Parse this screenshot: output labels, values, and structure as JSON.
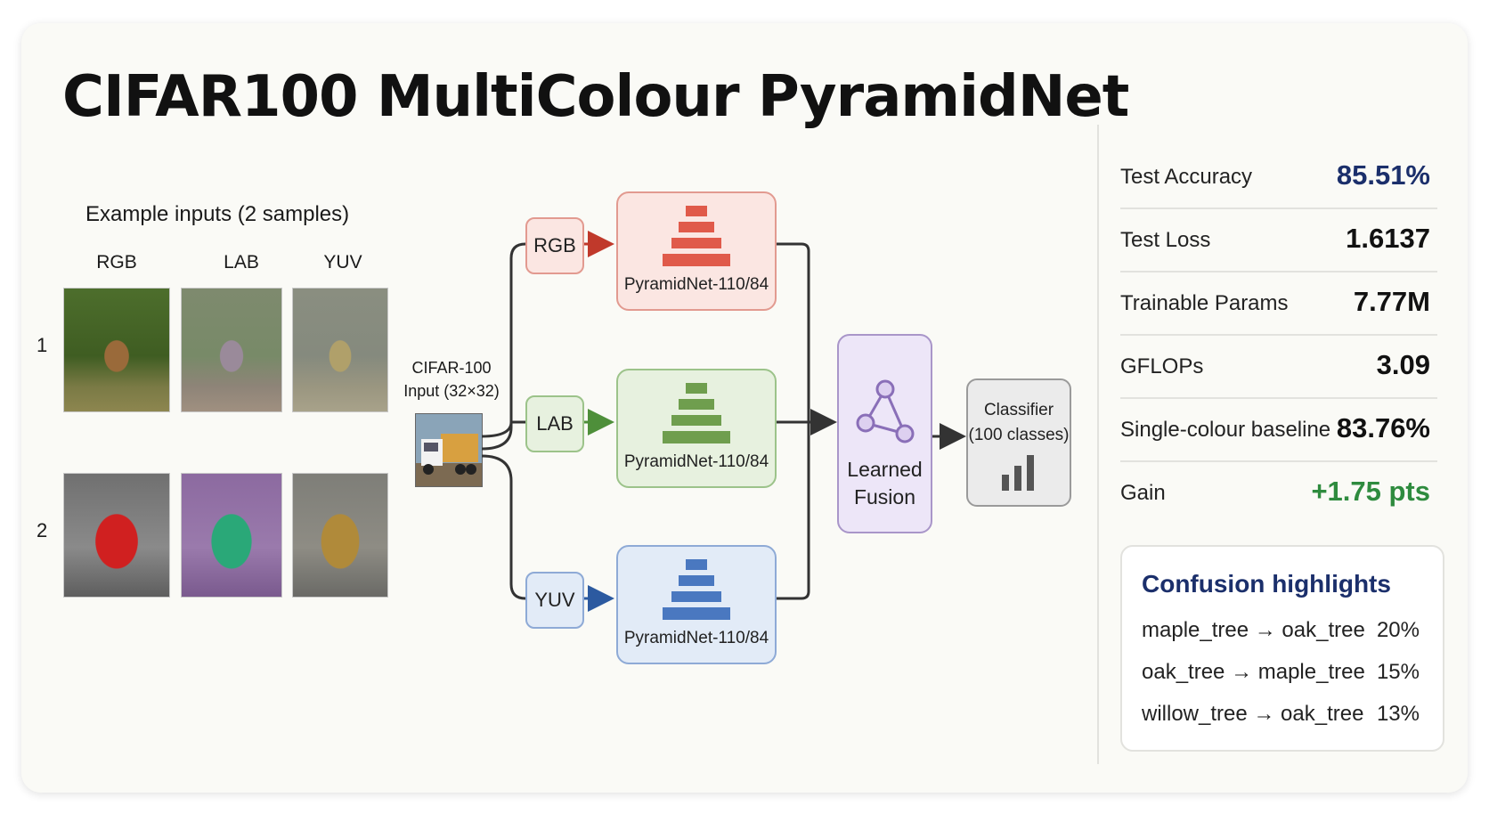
{
  "title": "CIFAR100 MultiColour PyramidNet",
  "samples": {
    "heading": "Example inputs (2 samples)",
    "columns": [
      "RGB",
      "LAB",
      "YUV"
    ],
    "rows": [
      "1",
      "2"
    ]
  },
  "input": {
    "line1": "CIFAR-100",
    "line2": "Input (32×32)"
  },
  "branches": [
    {
      "space": "RGB",
      "model": "PyramidNet-110/84",
      "color": "#c0392b"
    },
    {
      "space": "LAB",
      "model": "PyramidNet-110/84",
      "color": "#4e8f3a"
    },
    {
      "space": "YUV",
      "model": "PyramidNet-110/84",
      "color": "#2c5aa0"
    }
  ],
  "fusion": {
    "line1": "Learned",
    "line2": "Fusion"
  },
  "classifier": {
    "line1": "Classifier",
    "line2": "(100 classes)"
  },
  "metrics": [
    {
      "label": "Test Accuracy",
      "value": "85.51%",
      "color": "#1b2f6b"
    },
    {
      "label": "Test Loss",
      "value": "1.6137",
      "color": "#111111"
    },
    {
      "label": "Trainable Params",
      "value": "7.77M",
      "color": "#111111"
    },
    {
      "label": "GFLOPs",
      "value": "3.09",
      "color": "#111111"
    },
    {
      "label": "Single-colour baseline",
      "value": "83.76%",
      "color": "#111111"
    },
    {
      "label": "Gain",
      "value": "+1.75 pts",
      "color": "#2e8b3e"
    }
  ],
  "confusion": {
    "title": "Confusion highlights",
    "rows": [
      {
        "pair": "maple_tree  →  oak_tree",
        "pct": "20%"
      },
      {
        "pair": "oak_tree  →  maple_tree",
        "pct": "15%"
      },
      {
        "pair": "willow_tree  →  oak_tree",
        "pct": "13%"
      }
    ]
  }
}
